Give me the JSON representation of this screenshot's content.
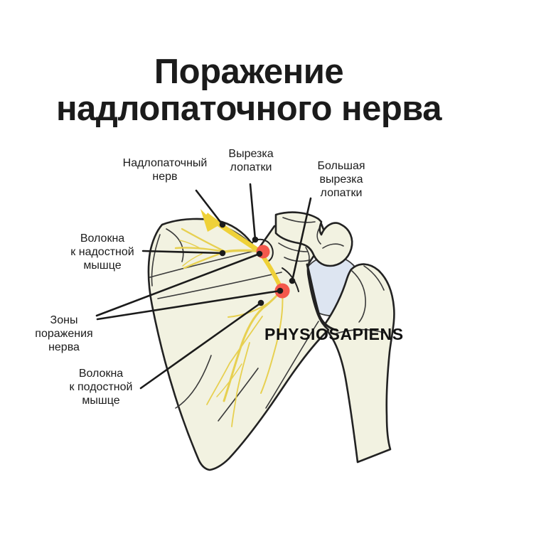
{
  "title": {
    "text": "Поражение\nнадлопаточного нерва"
  },
  "watermark": "PHYSIOSAPIENS",
  "labels": [
    {
      "id": "suprascapular-nerve",
      "text": "Надлопаточный\nнерв"
    },
    {
      "id": "scapular-notch",
      "text": "Вырезка\nлопатки"
    },
    {
      "id": "great-scapular-notch",
      "text": "Большая\nвырезка\nлопатки"
    },
    {
      "id": "fibers-supraspinatus",
      "text": "Волокна\nк надостной\nмышце"
    },
    {
      "id": "nerve-lesion-zones",
      "text": "Зоны\nпоражения\nнерва"
    },
    {
      "id": "fibers-infraspinatus",
      "text": "Волокна\nк подостной\nмышце"
    }
  ],
  "colors": {
    "ink": "#1b1b1b",
    "outline": "#222222",
    "outline_soft": "#3a3a3a",
    "bone": "#f2f2e1",
    "humeral_head": "#dde5f1",
    "nerve": "#efd138",
    "nerve_branch": "#e7d050",
    "lesion": "#f4584c"
  }
}
